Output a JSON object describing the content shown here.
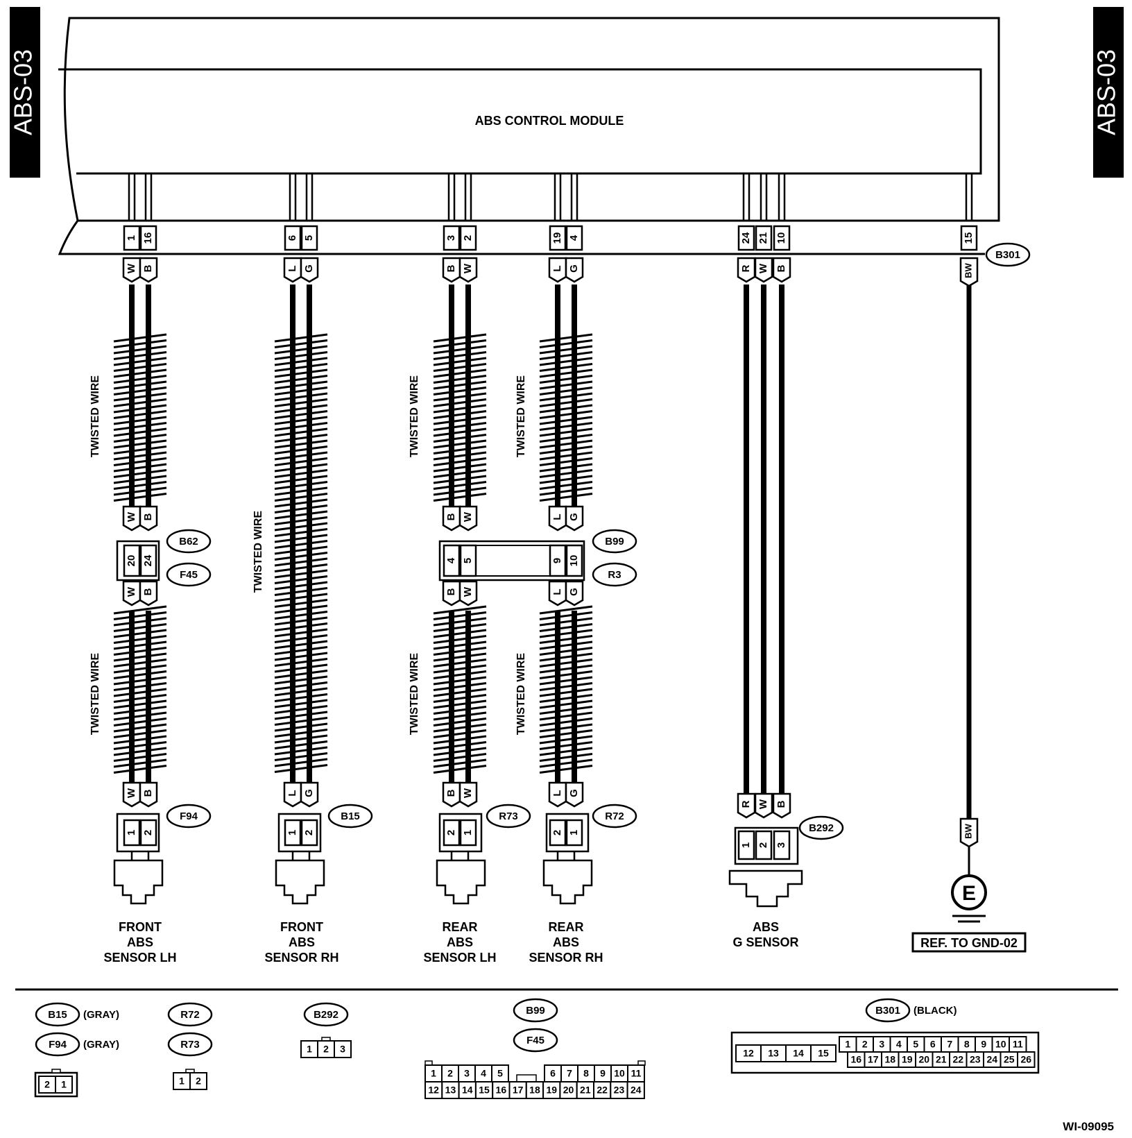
{
  "section_tag": "ABS-03",
  "module_label": "ABS CONTROL MODULE",
  "module_connector": "B301",
  "twisted_wire_label": "TWISTED WIRE",
  "drawing_code": "WI-09095",
  "ground_ref": "REF. TO GND-02",
  "ground_symbol": "E",
  "wire_groups": [
    {
      "id": "front-lh",
      "pins": [
        "1",
        "16"
      ],
      "colors": [
        "W",
        "B"
      ],
      "sensor_name": [
        "FRONT",
        "ABS",
        "SENSOR LH"
      ],
      "connector": "F94",
      "connector_pins": [
        "1",
        "2"
      ],
      "inline_upper": "B62",
      "inline_lower": "F45",
      "inline_pins": [
        "20",
        "24"
      ]
    },
    {
      "id": "front-rh",
      "pins": [
        "6",
        "5"
      ],
      "colors": [
        "L",
        "G"
      ],
      "sensor_name": [
        "FRONT",
        "ABS",
        "SENSOR RH"
      ],
      "connector": "B15",
      "connector_pins": [
        "1",
        "2"
      ]
    },
    {
      "id": "rear-lh",
      "pins": [
        "3",
        "2"
      ],
      "colors": [
        "B",
        "W"
      ],
      "sensor_name": [
        "REAR",
        "ABS",
        "SENSOR LH"
      ],
      "connector": "R73",
      "connector_pins": [
        "2",
        "1"
      ],
      "inline_pins": [
        "4",
        "5"
      ]
    },
    {
      "id": "rear-rh",
      "pins": [
        "19",
        "4"
      ],
      "colors": [
        "L",
        "G"
      ],
      "sensor_name": [
        "REAR",
        "ABS",
        "SENSOR RH"
      ],
      "connector": "R72",
      "connector_pins": [
        "2",
        "1"
      ],
      "inline_pins": [
        "9",
        "10"
      ]
    },
    {
      "id": "g-sensor",
      "pins": [
        "24",
        "21",
        "10"
      ],
      "colors": [
        "R",
        "W",
        "B"
      ],
      "sensor_name": [
        "ABS",
        "G SENSOR"
      ],
      "connector": "B292",
      "connector_pins": [
        "1",
        "2",
        "3"
      ]
    },
    {
      "id": "ground",
      "pins": [
        "15"
      ],
      "colors": [
        "BW"
      ]
    }
  ],
  "rear_inline": {
    "upper": "B99",
    "lower": "R3"
  },
  "legend": {
    "b15": {
      "name": "B15",
      "note": "(GRAY)"
    },
    "f94": {
      "name": "F94",
      "note": "(GRAY)",
      "pins": [
        "2",
        "1"
      ]
    },
    "r72": {
      "name": "R72"
    },
    "r73": {
      "name": "R73",
      "pins": [
        "1",
        "2"
      ]
    },
    "b292": {
      "name": "B292",
      "pins": [
        "1",
        "2",
        "3"
      ]
    },
    "b99": {
      "name": "B99"
    },
    "f45": {
      "name": "F45"
    },
    "b99_rows": [
      [
        "1",
        "2",
        "3",
        "4",
        "5",
        "6",
        "7",
        "8",
        "9",
        "10",
        "11"
      ],
      [
        "12",
        "13",
        "14",
        "15",
        "16",
        "17",
        "18",
        "19",
        "20",
        "21",
        "22",
        "23",
        "24"
      ]
    ],
    "b301": {
      "name": "B301",
      "note": "(BLACK)"
    },
    "b301_left": [
      "12",
      "13",
      "14",
      "15"
    ],
    "b301_rows": [
      [
        "1",
        "2",
        "3",
        "4",
        "5",
        "6",
        "7",
        "8",
        "9",
        "10",
        "11"
      ],
      [
        "16",
        "17",
        "18",
        "19",
        "20",
        "21",
        "22",
        "23",
        "24",
        "25",
        "26"
      ]
    ]
  }
}
